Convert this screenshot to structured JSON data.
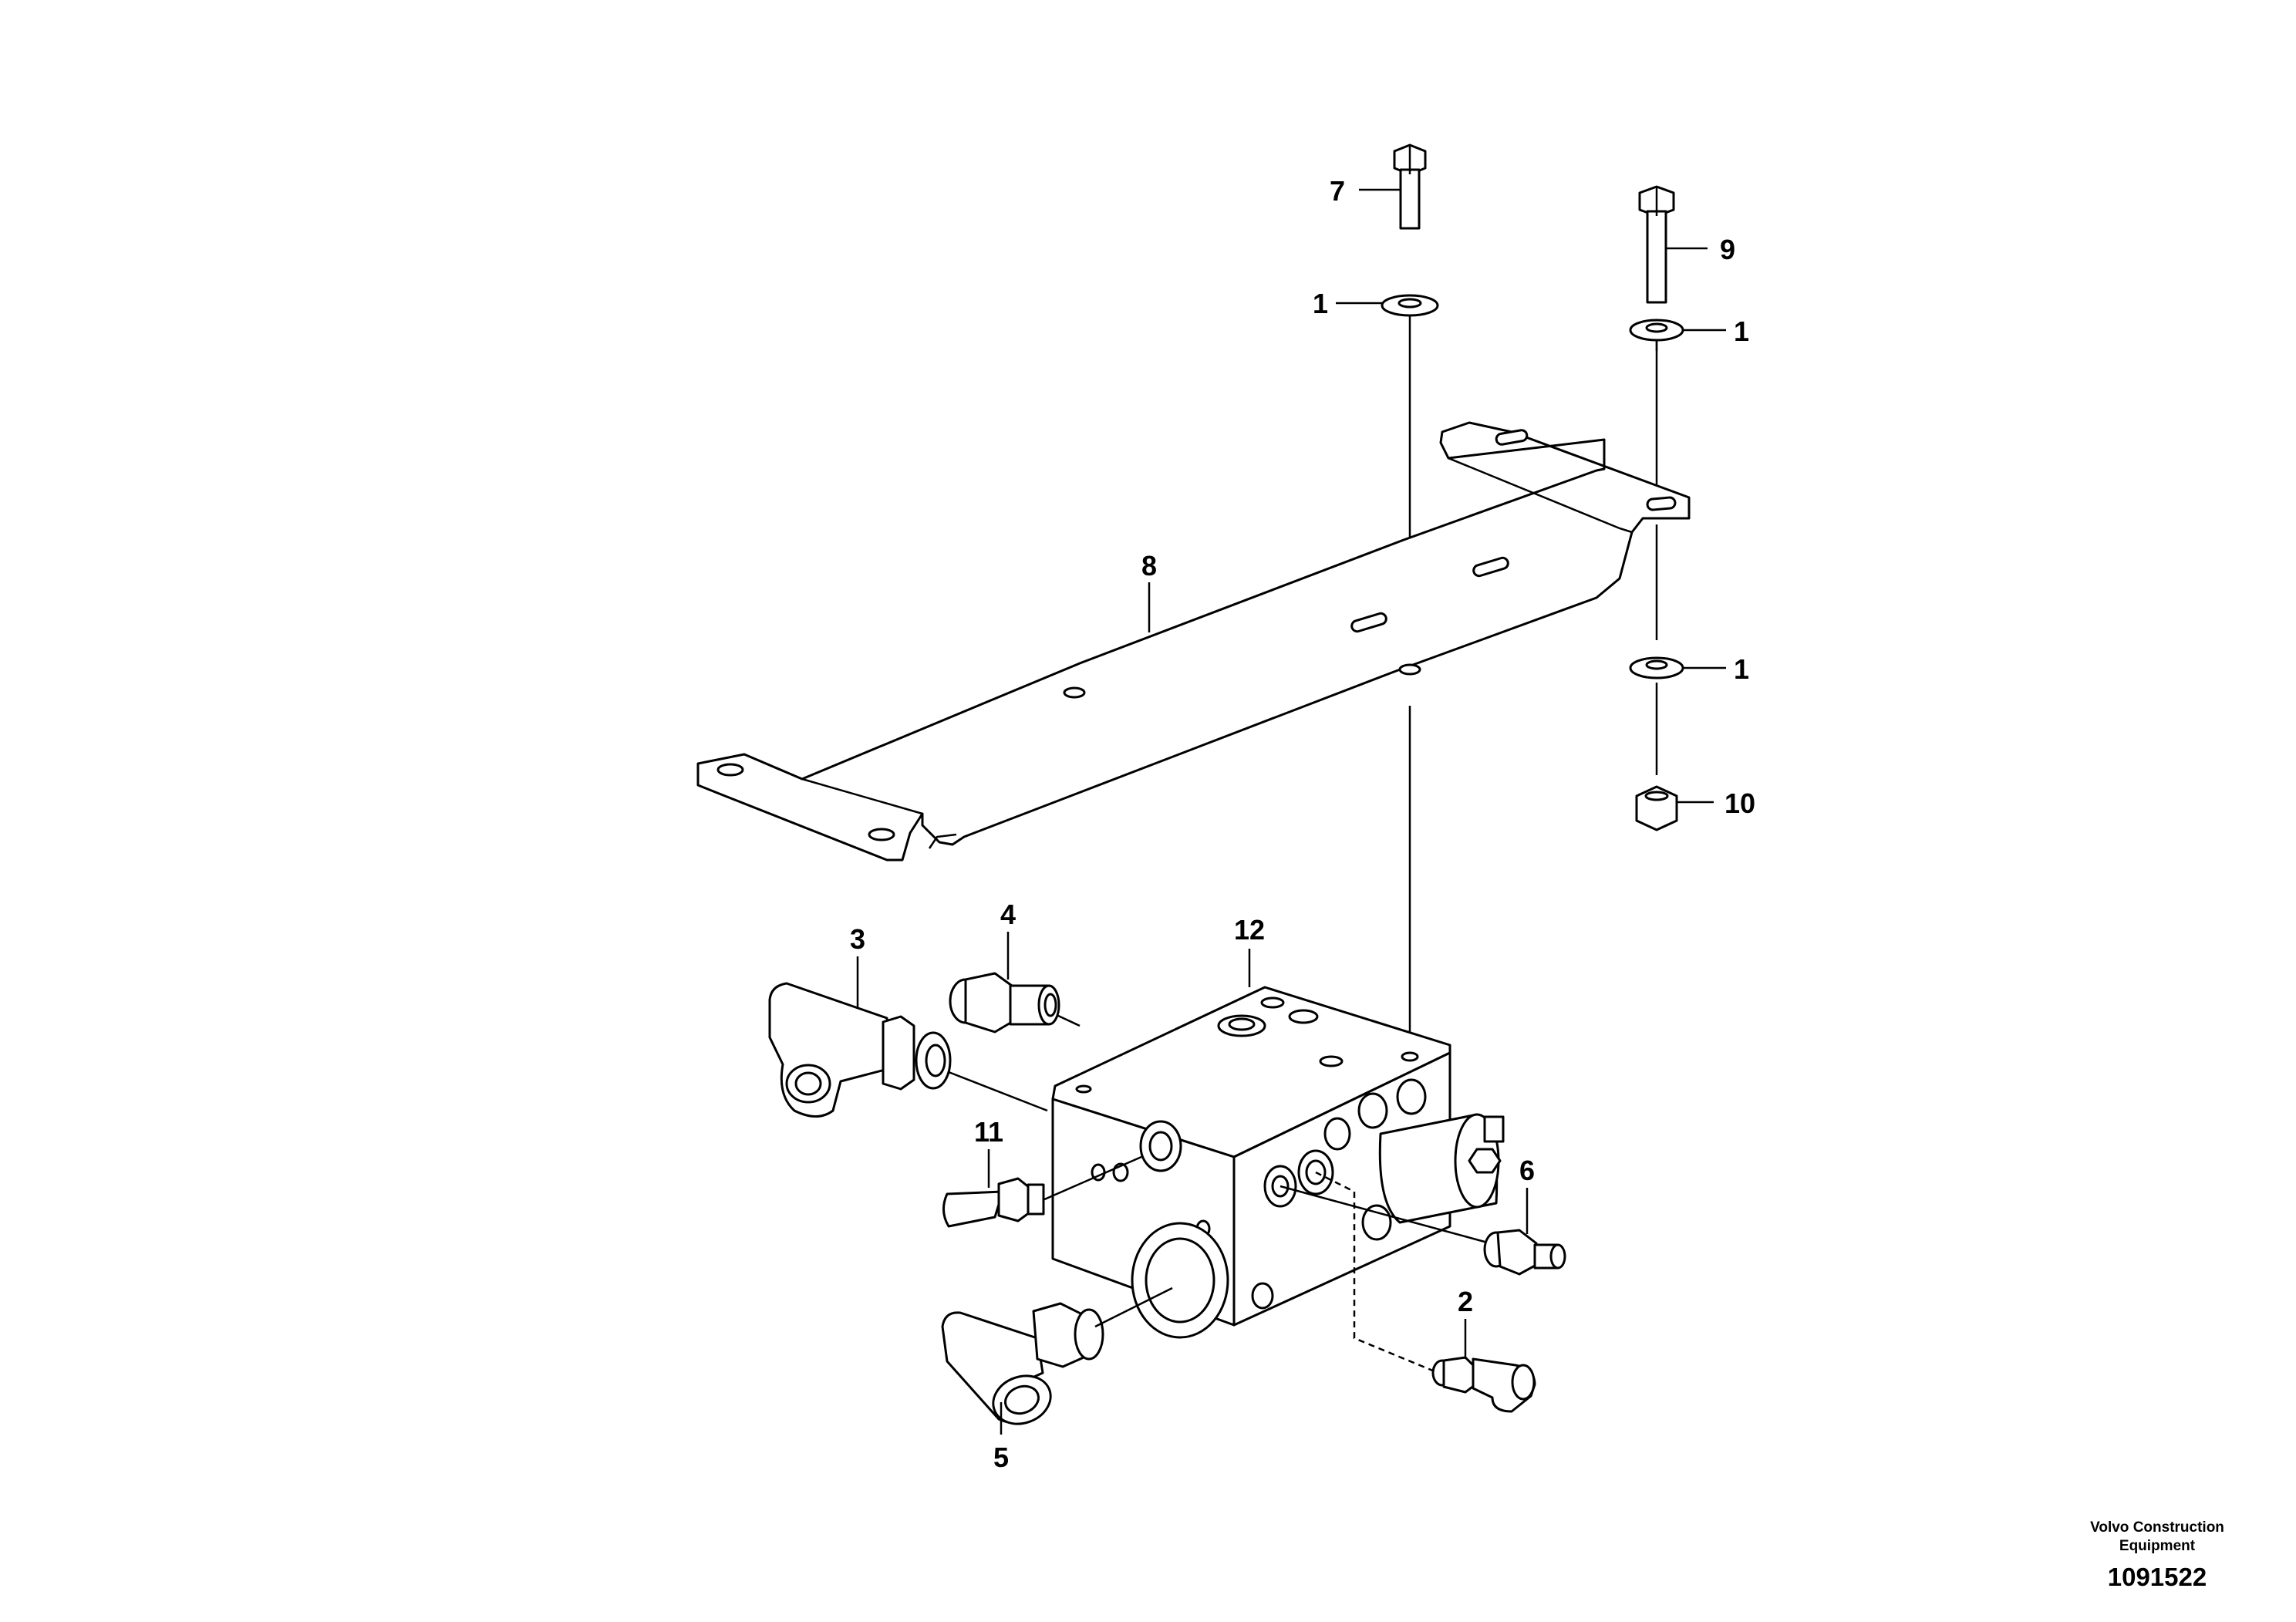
{
  "labels": {
    "item1_top": "1",
    "item1_right_top": "1",
    "item1_right_bottom": "1",
    "item2": "2",
    "item3": "3",
    "item4": "4",
    "item5": "5",
    "item6": "6",
    "item7": "7",
    "item8": "8",
    "item9": "9",
    "item10": "10",
    "item11": "11",
    "item12": "12"
  },
  "credit": {
    "company": "Volvo Construction Equipment",
    "document_number": "1091522"
  }
}
